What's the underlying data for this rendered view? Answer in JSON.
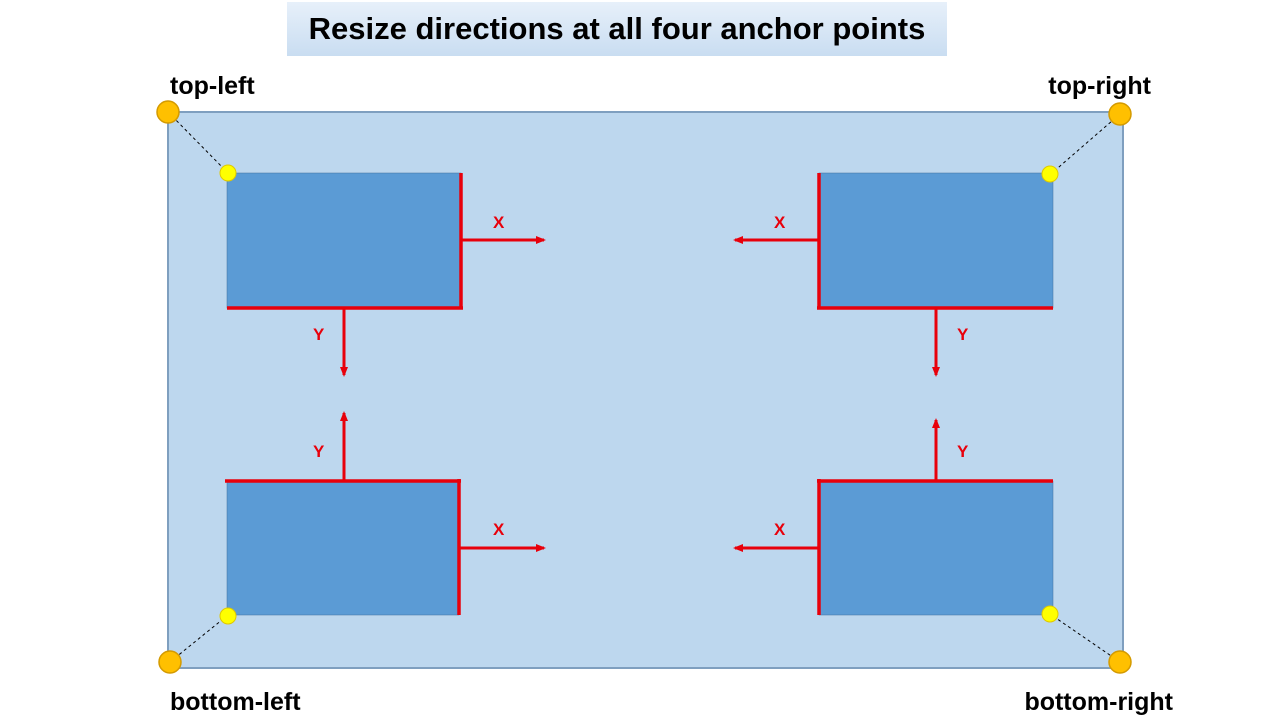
{
  "title": "Resize directions at all four anchor points",
  "anchors": {
    "top_left": "top-left",
    "top_right": "top-right",
    "bottom_left": "bottom-left",
    "bottom_right": "bottom-right"
  },
  "axis_labels": {
    "x": "X",
    "y": "Y"
  },
  "colors": {
    "canvas_fill": "#bdd7ee",
    "canvas_border": "#7f9fbf",
    "box_fill": "#5b9bd5",
    "arrow": "#e8000b",
    "anchor_dot": "#ffc000",
    "anchor_dot_border": "#d49a00",
    "box_corner_dot": "#ffff00",
    "title_bg_top": "#e7f0fa",
    "title_bg_bottom": "#c9ddf1"
  }
}
